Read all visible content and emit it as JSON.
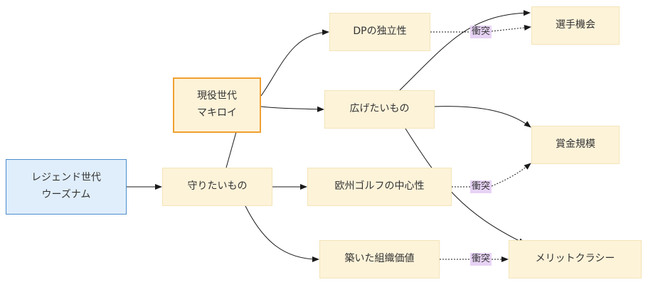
{
  "nodes": {
    "legend": {
      "line1": "レジェンド世代",
      "line2": "ウーズナム"
    },
    "current": {
      "line1": "現役世代",
      "line2": "マキロイ"
    },
    "protect": "守りたいもの",
    "expand": "広げたいもの",
    "dp": "DPの独立性",
    "european": "欧州ゴルフの中心性",
    "built": "築いた組織価値",
    "opportunity": "選手機会",
    "prize": "賞金規模",
    "meritocracy": "メリットクラシー"
  },
  "edge_labels": {
    "conflict_top": "衝突",
    "conflict_mid": "衝突",
    "conflict_bottom": "衝突"
  },
  "colors": {
    "node_fill": "#fdf3d9",
    "legend_fill": "#e0eefb",
    "legend_border": "#4a8ccb",
    "current_border": "#f0a030",
    "label_fill": "#e7d3f5"
  }
}
